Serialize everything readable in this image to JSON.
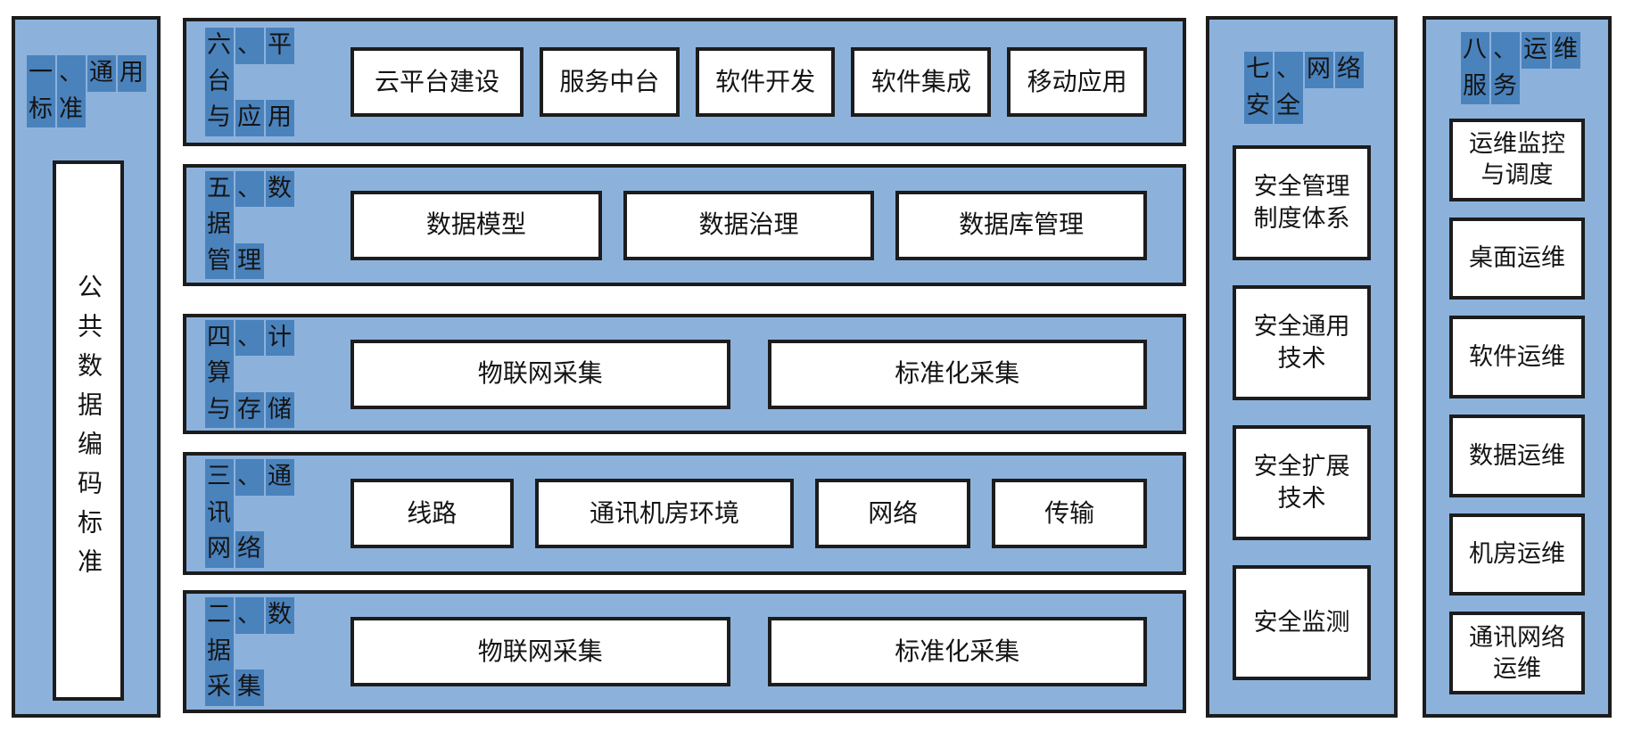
{
  "colors": {
    "panel_bg": "#8CB2DC",
    "label_highlight": "#4A82BC",
    "border": "#1C1C1C",
    "box_bg": "#FFFFFF",
    "text": "#141414"
  },
  "left_panel": {
    "label": "一、通用\n标准",
    "box": "公共数据编码标准"
  },
  "bands": [
    {
      "label": "六、平台\n与应用",
      "boxes": [
        "云平台建设",
        "服务中台",
        "软件开发",
        "软件集成",
        "移动应用"
      ]
    },
    {
      "label": "五、数据\n管理",
      "boxes": [
        "数据模型",
        "数据治理",
        "数据库管理"
      ]
    },
    {
      "label": "四、计算\n与存储",
      "boxes": [
        "物联网采集",
        "标准化采集"
      ]
    },
    {
      "label": "三、通讯\n网络",
      "boxes": [
        "线路",
        "通讯机房环境",
        "网络",
        "传输"
      ]
    },
    {
      "label": "二、数据\n采集",
      "boxes": [
        "物联网采集",
        "标准化采集"
      ]
    }
  ],
  "security_panel": {
    "label": "七、网络\n安全",
    "boxes": [
      "安全管理\n制度体系",
      "安全通用\n技术",
      "安全扩展\n技术",
      "安全监测"
    ]
  },
  "ops_panel": {
    "label": "八、运维\n服务",
    "boxes": [
      "运维监控\n与调度",
      "桌面运维",
      "软件运维",
      "数据运维",
      "机房运维",
      "通讯网络\n运维"
    ]
  }
}
